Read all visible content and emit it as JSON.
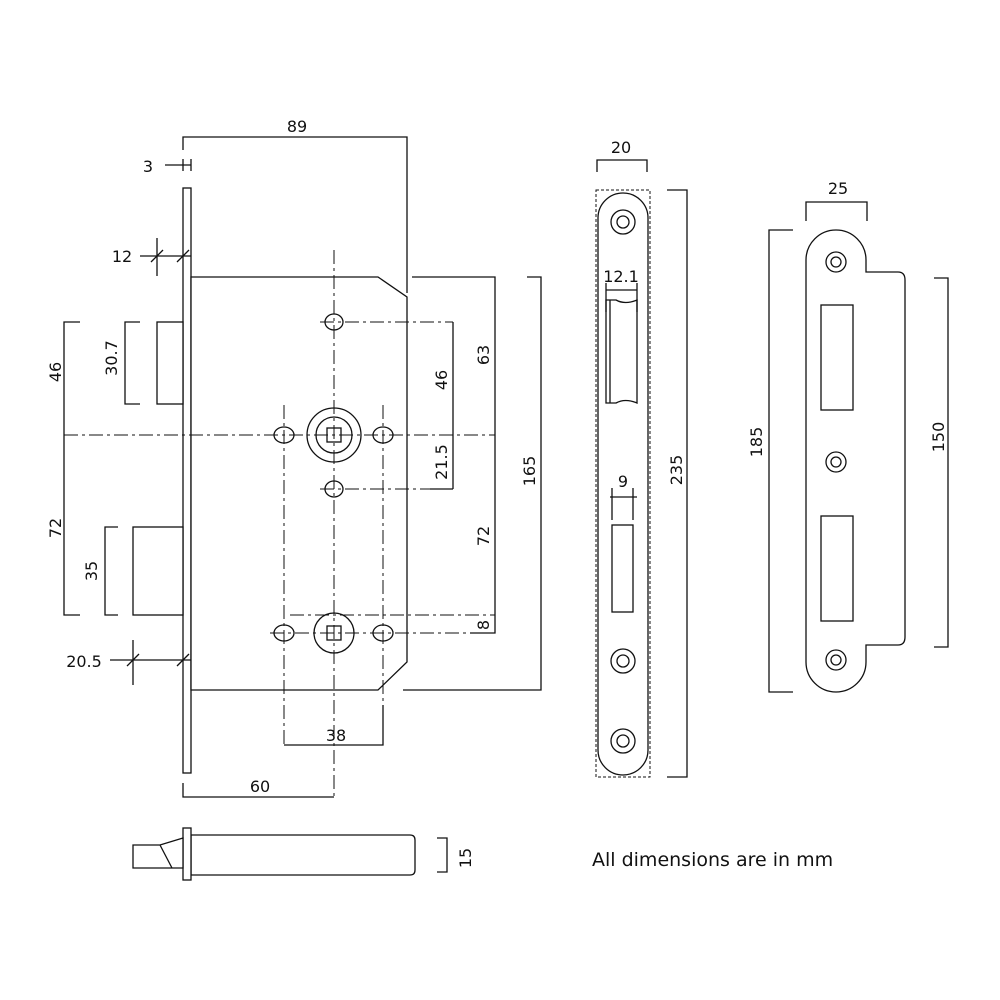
{
  "drawing": {
    "lock_body": {
      "dim_width_total": "89",
      "dim_faceplate_thickness": "3",
      "dim_top_offset": "12",
      "dim_latch_to_center": "46",
      "dim_latch_height": "30.7",
      "dim_center_to_deadbolt": "72",
      "dim_deadbolt_height": "35",
      "dim_bottom_offset": "20.5",
      "dim_hole_to_center": "46",
      "dim_center_to_lower_hole": "21.5",
      "dim_top_to_center": "63",
      "dim_center_distance": "72",
      "dim_offset": "8",
      "dim_case_height": "165",
      "dim_hole_spacing": "38",
      "dim_backset": "60"
    },
    "faceplate": {
      "dim_width": "20",
      "dim_latch_slot": "12.1",
      "dim_bolt_slot": "9",
      "dim_height": "235"
    },
    "strike_plate": {
      "dim_width": "25",
      "dim_height": "185",
      "dim_inner_height": "150"
    },
    "side_view": {
      "dim_thickness": "15"
    },
    "note": "All dimensions are in mm"
  }
}
